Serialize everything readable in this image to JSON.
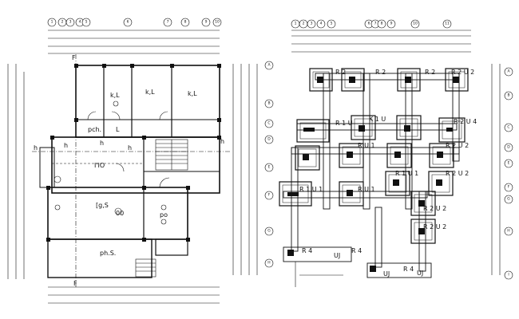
{
  "left_plan": {
    "grid_bubbles": [
      "1",
      "2",
      "3",
      "4",
      "5",
      "6",
      "7",
      "8",
      "9",
      "10"
    ],
    "right_bubbles": [
      "A",
      "B",
      "C",
      "D",
      "E",
      "F",
      "G",
      "H"
    ],
    "room_labels": [
      "k,L",
      "k,L",
      "k,L",
      "pch.",
      "L",
      "h",
      "h",
      "h",
      "I'IO",
      "[g,S",
      "00",
      "po",
      "ph.S."
    ],
    "section_marks": [
      "F",
      "F",
      "h",
      "h"
    ]
  },
  "right_plan": {
    "grid_bubbles": [
      "1",
      "2",
      "3",
      "4",
      "5",
      "6",
      "7",
      "8",
      "9",
      "10",
      "11"
    ],
    "right_bubbles": [
      "A",
      "B",
      "C",
      "D",
      "E",
      "F",
      "G",
      "H",
      "I"
    ],
    "footing_labels": [
      "R 2",
      "R 2",
      "R 2",
      "R 2  U 2",
      "K 1  U",
      "R 1  U",
      "R 2  U 4",
      "R 2  U 2",
      "R  U 1",
      "R 2  U 2",
      "R 1  U 1",
      "R  U 1",
      "R 1  U 1",
      "R 2  U 2",
      "R 2  U 2",
      "R 4",
      "UJ",
      "R 4",
      "UJ",
      "R 4",
      "UJ"
    ]
  }
}
